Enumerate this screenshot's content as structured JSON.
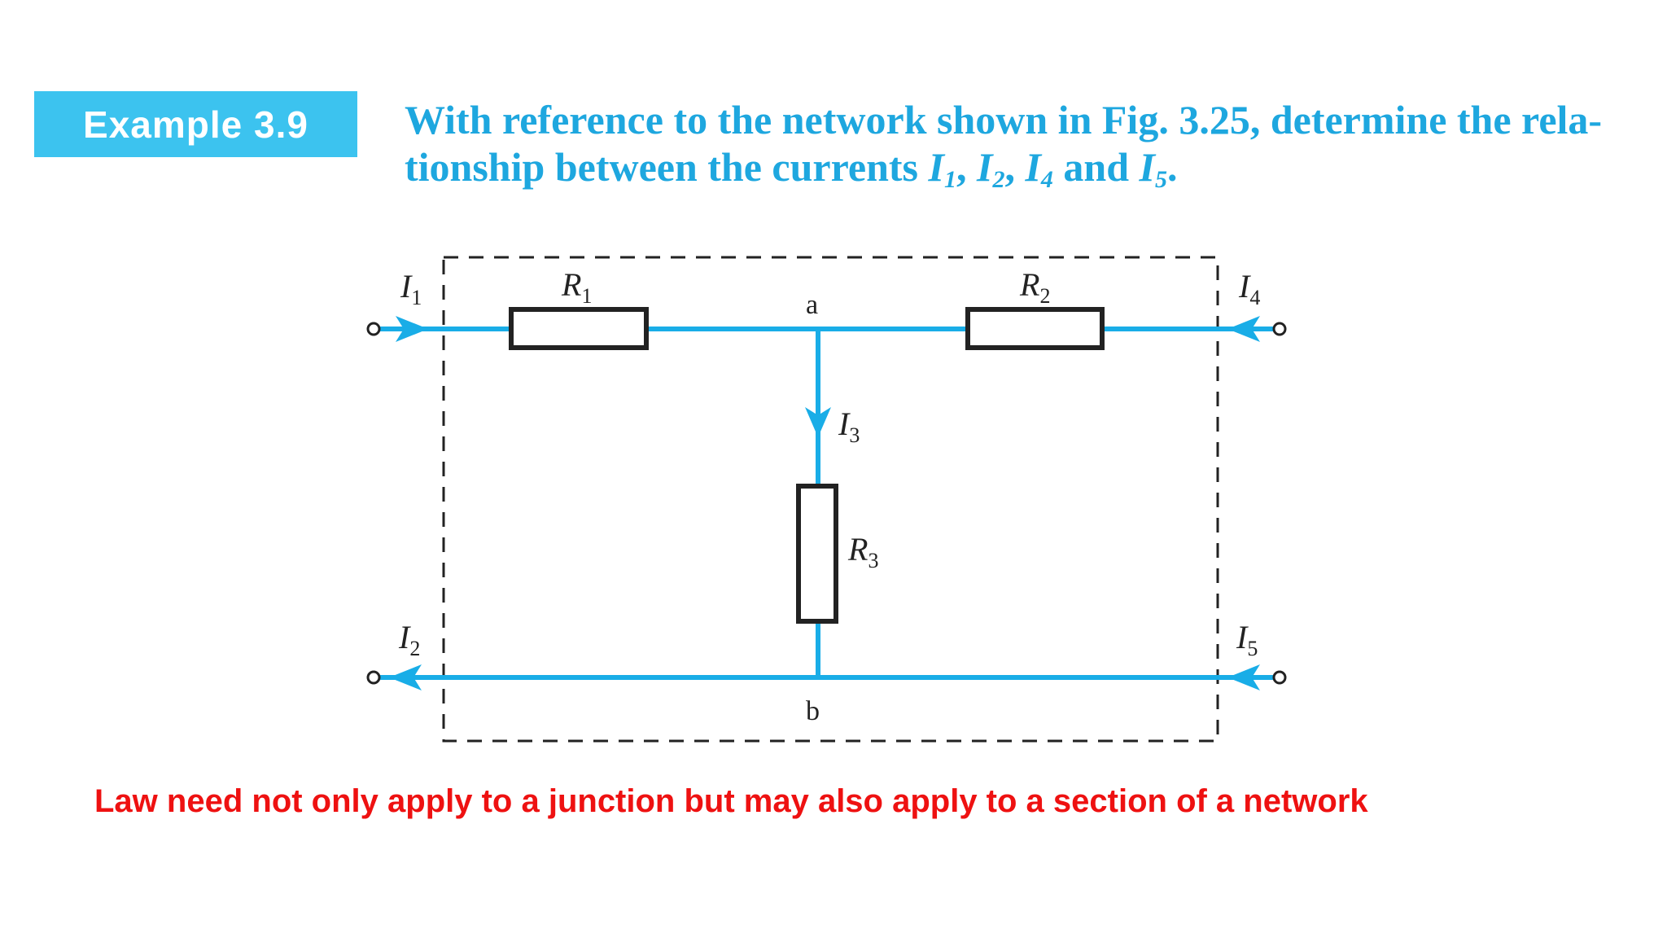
{
  "header": {
    "badge": "Example 3.9",
    "question_line1": "With reference to the network shown in Fig. 3.25, determine the rela-",
    "question_line2_prefix": "tionship between the currents ",
    "currents": [
      "I1",
      "I2",
      "I4",
      "I5"
    ],
    "conj": "and"
  },
  "diagram": {
    "current_labels": {
      "i1": {
        "sym": "I",
        "sub": "1"
      },
      "i2": {
        "sym": "I",
        "sub": "2"
      },
      "i3": {
        "sym": "I",
        "sub": "3"
      },
      "i4": {
        "sym": "I",
        "sub": "4"
      },
      "i5": {
        "sym": "I",
        "sub": "5"
      }
    },
    "resistor_labels": {
      "r1": {
        "sym": "R",
        "sub": "1"
      },
      "r2": {
        "sym": "R",
        "sub": "2"
      },
      "r3": {
        "sym": "R",
        "sub": "3"
      }
    },
    "node_a": "a",
    "node_b": "b",
    "wire_color": "#19ade7",
    "component_color": "#222222"
  },
  "note": "Law need not only apply to a junction but may also apply to a section of a network"
}
